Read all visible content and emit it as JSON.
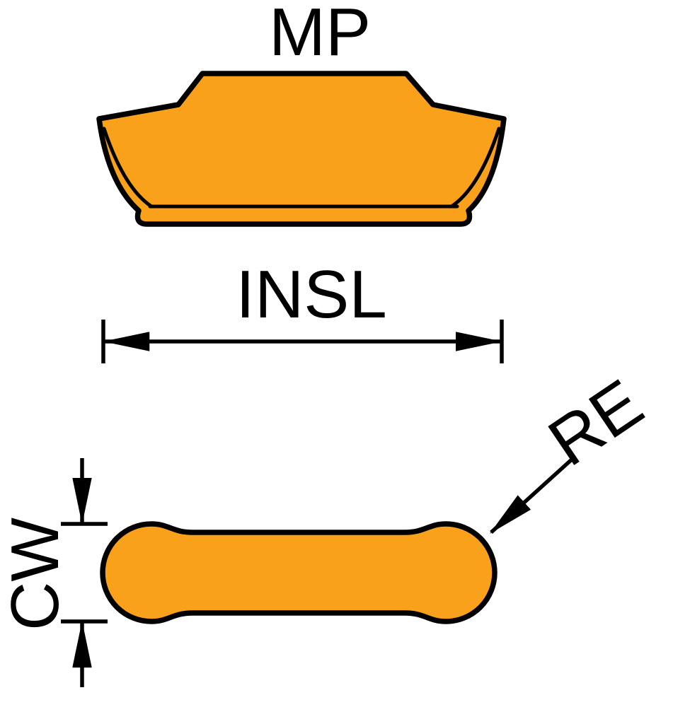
{
  "diagram": {
    "type": "cutting-insert-dimension-drawing",
    "labels": {
      "geometry": "MP",
      "insert_length": "INSL",
      "cutting_width": "CW",
      "corner_radius": "RE"
    },
    "colors": {
      "insert_fill": "#F9A11B",
      "line": "#000000",
      "background": "#FFFFFF"
    }
  }
}
